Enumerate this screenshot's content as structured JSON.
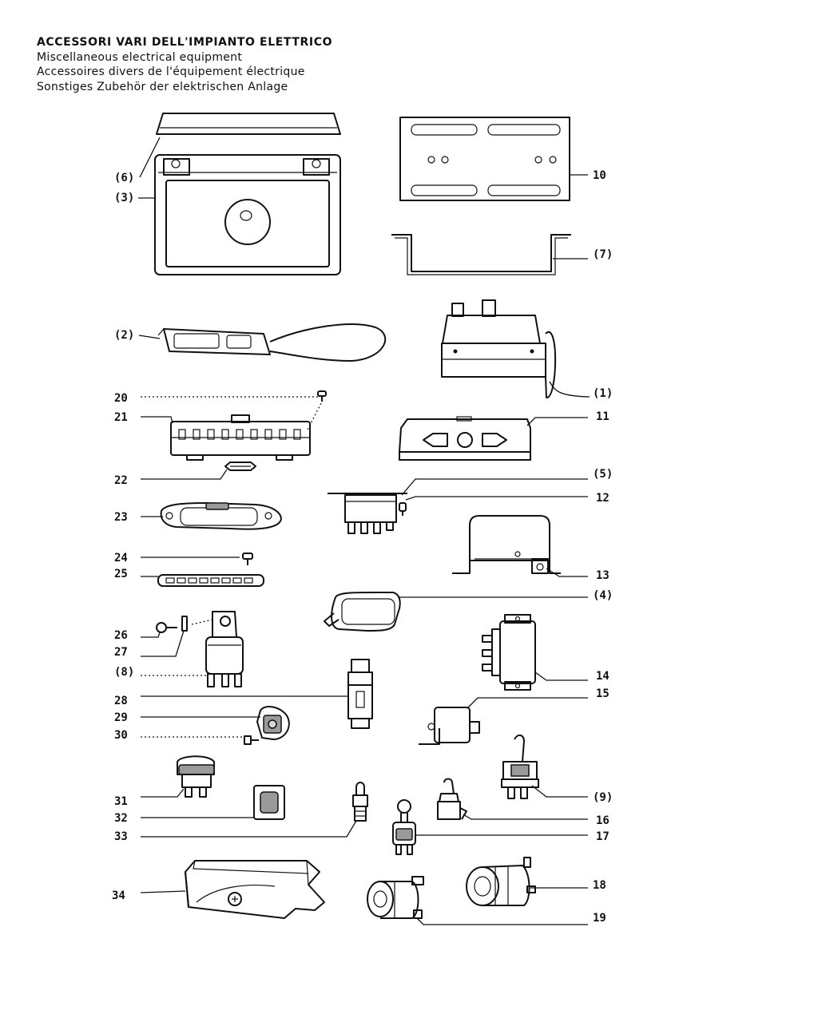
{
  "header": {
    "title_it": "ACCESSORI VARI DELL'IMPIANTO ELETTRICO",
    "title_en": "Miscellaneous electrical equipment",
    "title_fr": "Accessoires divers de l'équipement électrique",
    "title_de": "Sonstiges Zubehör der elektrischen Anlage"
  },
  "labels": {
    "p6": "(6)",
    "p3": "(3)",
    "p10": "10",
    "p7": "(7)",
    "p2": "(2)",
    "p1": "(1)",
    "p20": "20",
    "p21": "21",
    "p11": "11",
    "p22": "22",
    "p5": "(5)",
    "p12": "12",
    "p23": "23",
    "p24": "24",
    "p25": "25",
    "p13": "13",
    "p4": "(4)",
    "p26": "26",
    "p27": "27",
    "p8": "(8)",
    "p14": "14",
    "p28": "28",
    "p15": "15",
    "p29": "29",
    "p30": "30",
    "p9": "(9)",
    "p31": "31",
    "p32": "32",
    "p16": "16",
    "p33": "33",
    "p17": "17",
    "p34": "34",
    "p18": "18",
    "p19": "19"
  }
}
